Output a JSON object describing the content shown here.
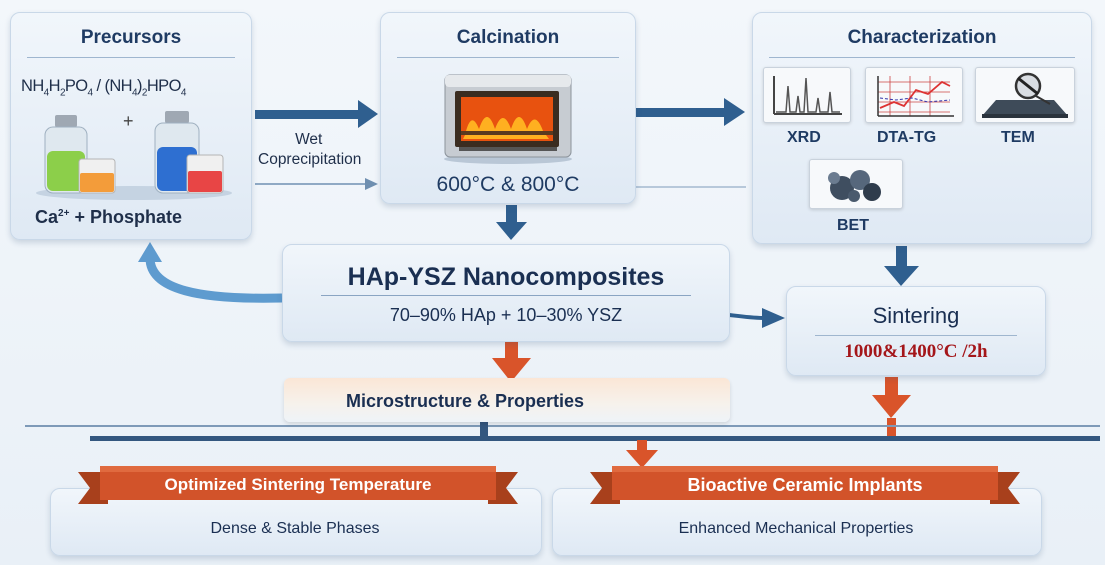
{
  "precursors": {
    "title": "Precursors",
    "formula_a": "NH",
    "formula_a_sub1": "4",
    "formula_a_mid": "H",
    "formula_a_sub2": "2",
    "formula_a_end": "PO",
    "formula_a_sub3": "4",
    "formula_sep": " / ",
    "formula_b_open": "(NH",
    "formula_b_sub1": "4",
    "formula_b_close": ")",
    "formula_b_sub2": "2",
    "formula_b_end": "HPO",
    "formula_b_sub3": "4",
    "plus": "+",
    "bottom_ca": "Ca",
    "bottom_sup": "2+",
    "bottom_rest": "+ Phosphate"
  },
  "calcination": {
    "title": "Calcination",
    "temps": "600°C & 800°C"
  },
  "characterization": {
    "title": "Characterization",
    "techniques": [
      "XRD",
      "DTA-TG",
      "TEM",
      "BET"
    ]
  },
  "process_label": {
    "line1": "Wet",
    "line2": "Coprecipitation"
  },
  "nanocomposites": {
    "title": "HAp-YSZ Nanocomposites",
    "composition": "70–90% HAp + 10–30% YSZ"
  },
  "sintering": {
    "title": "Sintering",
    "conditions": "1000&1400°C /2h"
  },
  "microstructure": {
    "label": "Microstructure & Properties"
  },
  "outcomes": [
    {
      "ribbon": "Optimized Sintering Temperature",
      "detail": "Dense & Stable Phases"
    },
    {
      "ribbon": "Bioactive Ceramic Implants",
      "detail": "Enhanced Mechanical Properties"
    }
  ],
  "colors": {
    "arrow_blue": "#2f5f8f",
    "arrow_orange": "#d9542a",
    "ribbon_orange": "#d2532a",
    "title_navy": "#1f3b63",
    "sinter_red": "#a4161a"
  }
}
